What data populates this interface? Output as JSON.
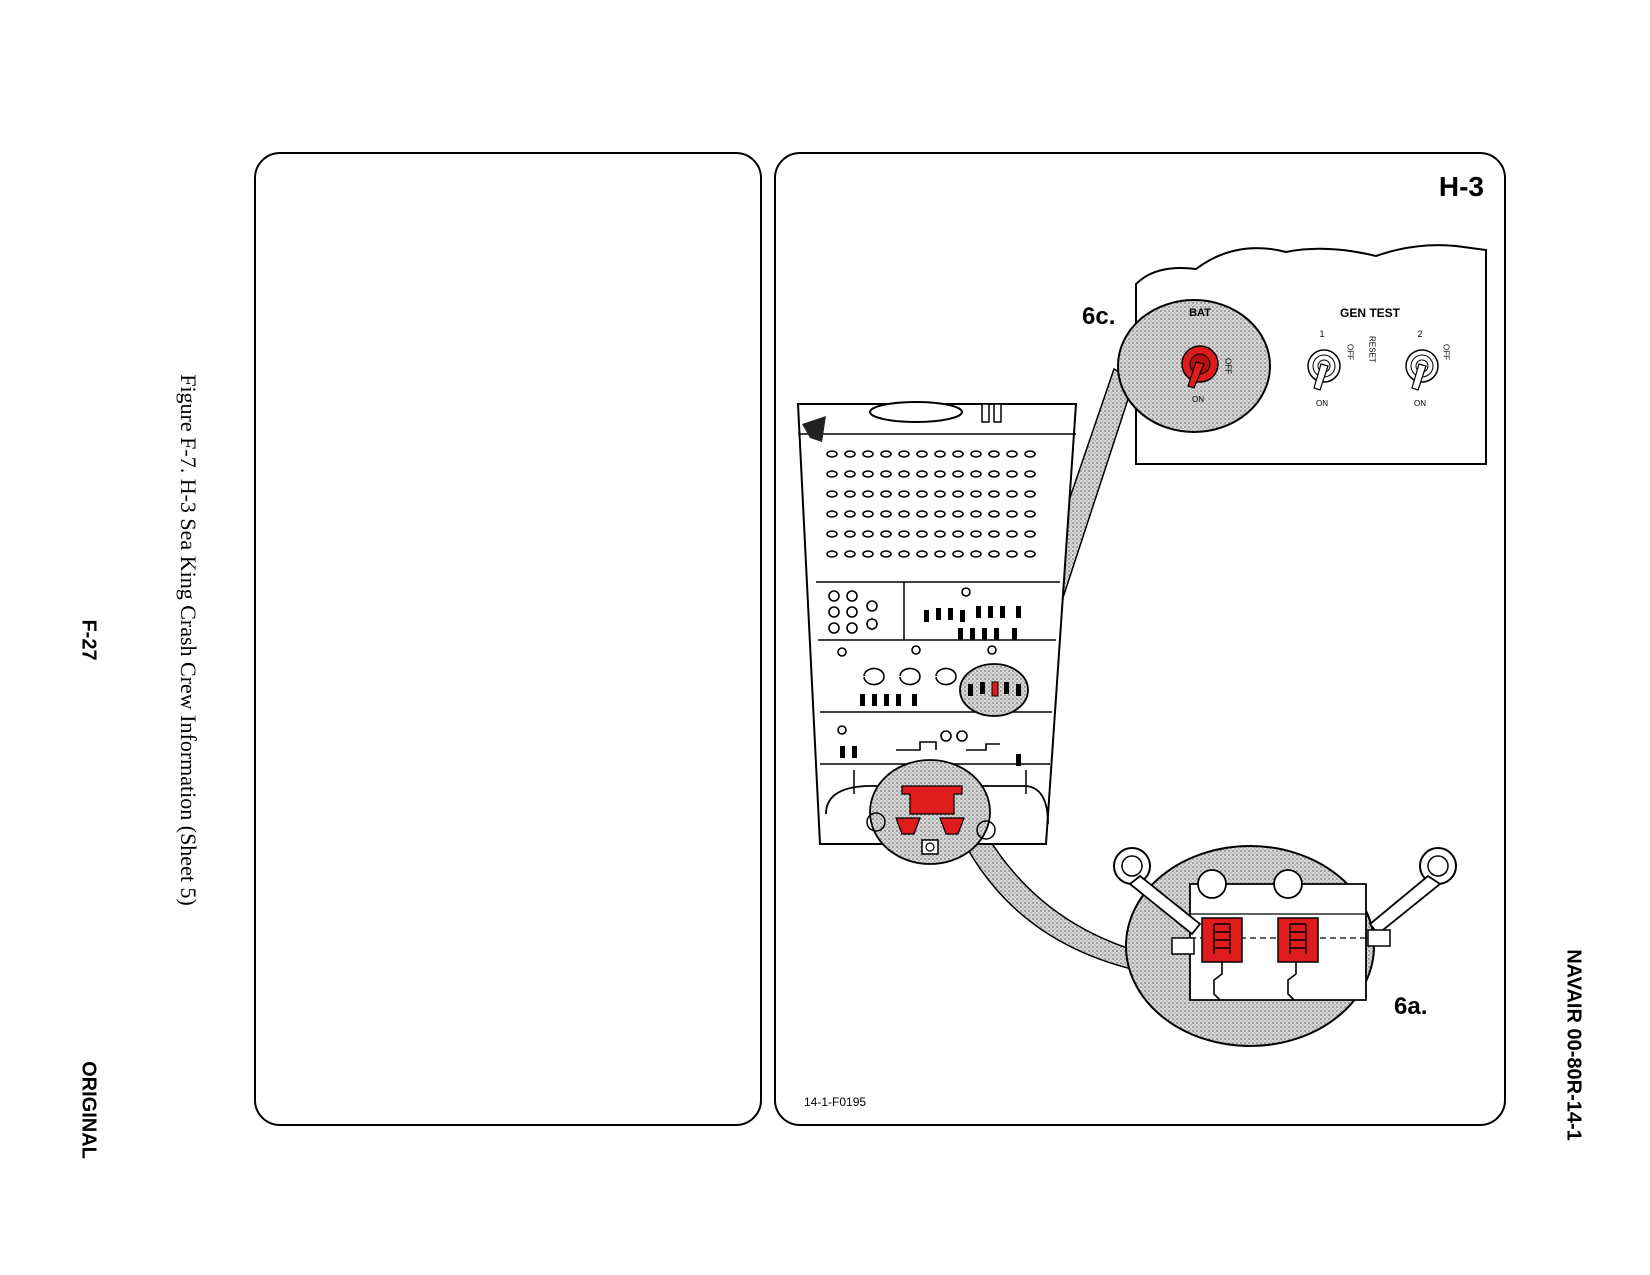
{
  "page": {
    "publication_id": "NAVAIR 00-80R-14-1",
    "figure_caption": "Figure F-7.  H-3 Sea King Crash Crew Information (Sheet 5)",
    "page_number": "F-27",
    "edition": "ORIGINAL"
  },
  "illustration": {
    "aircraft_label": "H-3",
    "callout_6c": "6c.",
    "callout_6a": "6a.",
    "bat_label": "BAT",
    "bat_off": "OFF",
    "bat_on": "ON",
    "gen_test_label": "GEN TEST",
    "gen1_num": "1",
    "gen2_num": "2",
    "gen_off": "OFF",
    "reset_label": "RESET",
    "gen1_on": "ON",
    "gen2_on": "ON",
    "figure_code": "14-1-F0195"
  },
  "colors": {
    "highlight": "#e01b1b",
    "stipple": "#c8c8c8",
    "line": "#000000"
  }
}
